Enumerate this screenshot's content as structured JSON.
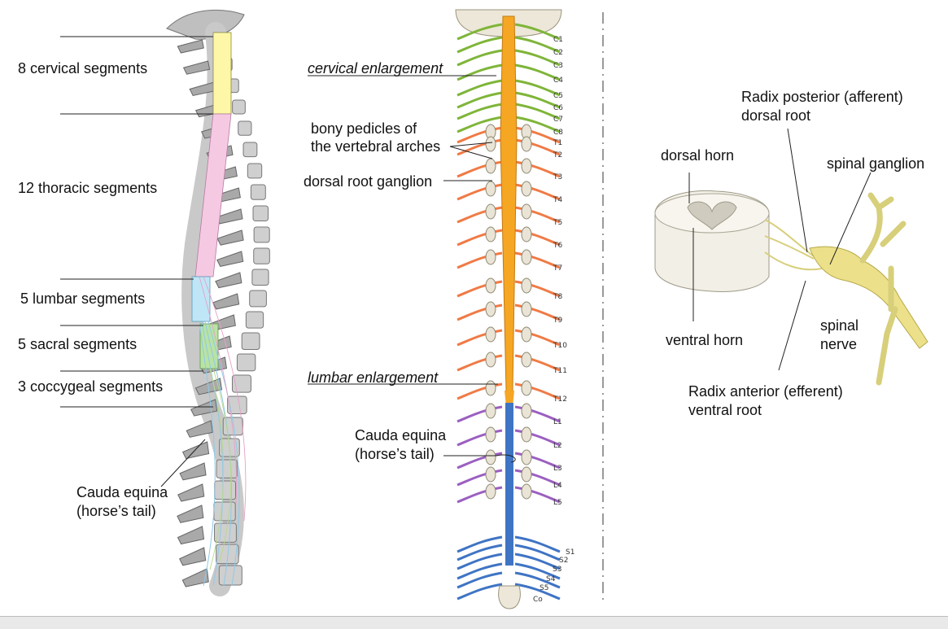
{
  "left_panel": {
    "cervical": "8 cervical segments",
    "thoracic": "12 thoracic segments",
    "lumbar": "5 lumbar segments",
    "sacral": "5 sacral segments",
    "coccygeal": "3 coccygeal segments",
    "cauda_line1": "Cauda equina",
    "cauda_line2": "(horse’s tail)"
  },
  "middle_panel": {
    "cervical_enlargement": "cervical enlargement",
    "pedicles_line1": "bony pedicles of",
    "pedicles_line2": "the vertebral arches",
    "dorsal_root_ganglion": "dorsal root ganglion",
    "lumbar_enlargement": "lumbar enlargement",
    "cauda_line1": "Cauda equina",
    "cauda_line2": "(horse’s tail)",
    "levels": [
      "C1",
      "C2",
      "C3",
      "C4",
      "C5",
      "C6",
      "C7",
      "C8",
      "T1",
      "T2",
      "T3",
      "T4",
      "T5",
      "T6",
      "T7",
      "T8",
      "T9",
      "T10",
      "T11",
      "T12",
      "L1",
      "L2",
      "L3",
      "L4",
      "L5",
      "S1",
      "S2",
      "S3",
      "S4",
      "S5",
      "Co"
    ]
  },
  "right_panel": {
    "radix_posterior_line1": "Radix posterior (afferent)",
    "radix_posterior_line2": "dorsal root",
    "dorsal_horn": "dorsal horn",
    "spinal_ganglion": "spinal ganglion",
    "ventral_horn": "ventral horn",
    "spinal_nerve_line1": "spinal",
    "spinal_nerve_line2": "nerve",
    "radix_anterior_line1": "Radix anterior (efferent)",
    "radix_anterior_line2": "ventral root"
  },
  "colors": {
    "cervical": "#7fb539",
    "thoracic": "#f07a45",
    "lumbar": "#9b5fc0",
    "sacral": "#3f74c4",
    "cord": "#f5a623",
    "ganglion": "#e5d77a",
    "bone": "#e9e4d6"
  }
}
